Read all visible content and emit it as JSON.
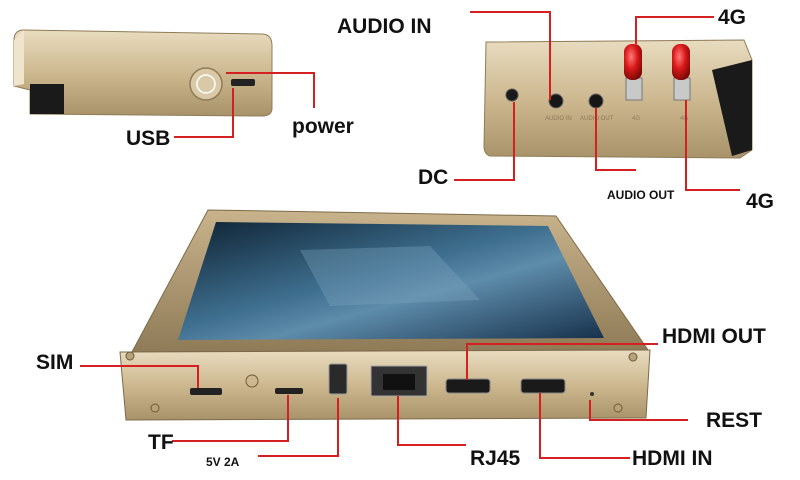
{
  "labels": {
    "usb": "USB",
    "power": "power",
    "audio_in": "AUDIO IN",
    "fourg_top": "4G",
    "dc": "DC",
    "audio_out": "AUDIO OUT",
    "fourg_bottom": "4G",
    "hdmi_out": "HDMI OUT",
    "sim": "SIM",
    "rest": "REST",
    "tf": "TF",
    "five_v": "5V 2A",
    "rj45": "RJ45",
    "hdmi_in": "HDMI IN"
  },
  "device_print": {
    "audio_in": "AUDIO IN",
    "audio_out": "AUDIO OUT",
    "fourg_a": "4G",
    "fourg_b": "4G"
  },
  "colors": {
    "leader_line": "#d42020",
    "antenna": "#d81818",
    "aluminum": "#c9b48a",
    "screen": "#1d3a52"
  }
}
